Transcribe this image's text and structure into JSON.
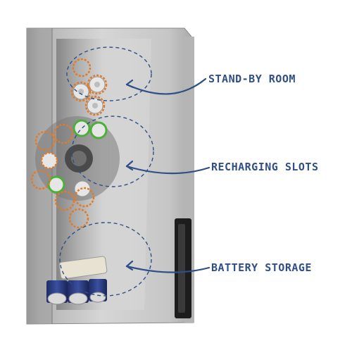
{
  "callouts": [
    {
      "label": "STAND-BY ROOM"
    },
    {
      "label": "RECHARGING SLOTS"
    },
    {
      "label": "BATTERY STORAGE"
    }
  ],
  "colors": {
    "annotation": "#2f4f86",
    "cell_ring": "#e07b2a",
    "charging_ring": "#4caf3a",
    "housing": "#c9c9c9",
    "window": "#d9d9d9"
  }
}
